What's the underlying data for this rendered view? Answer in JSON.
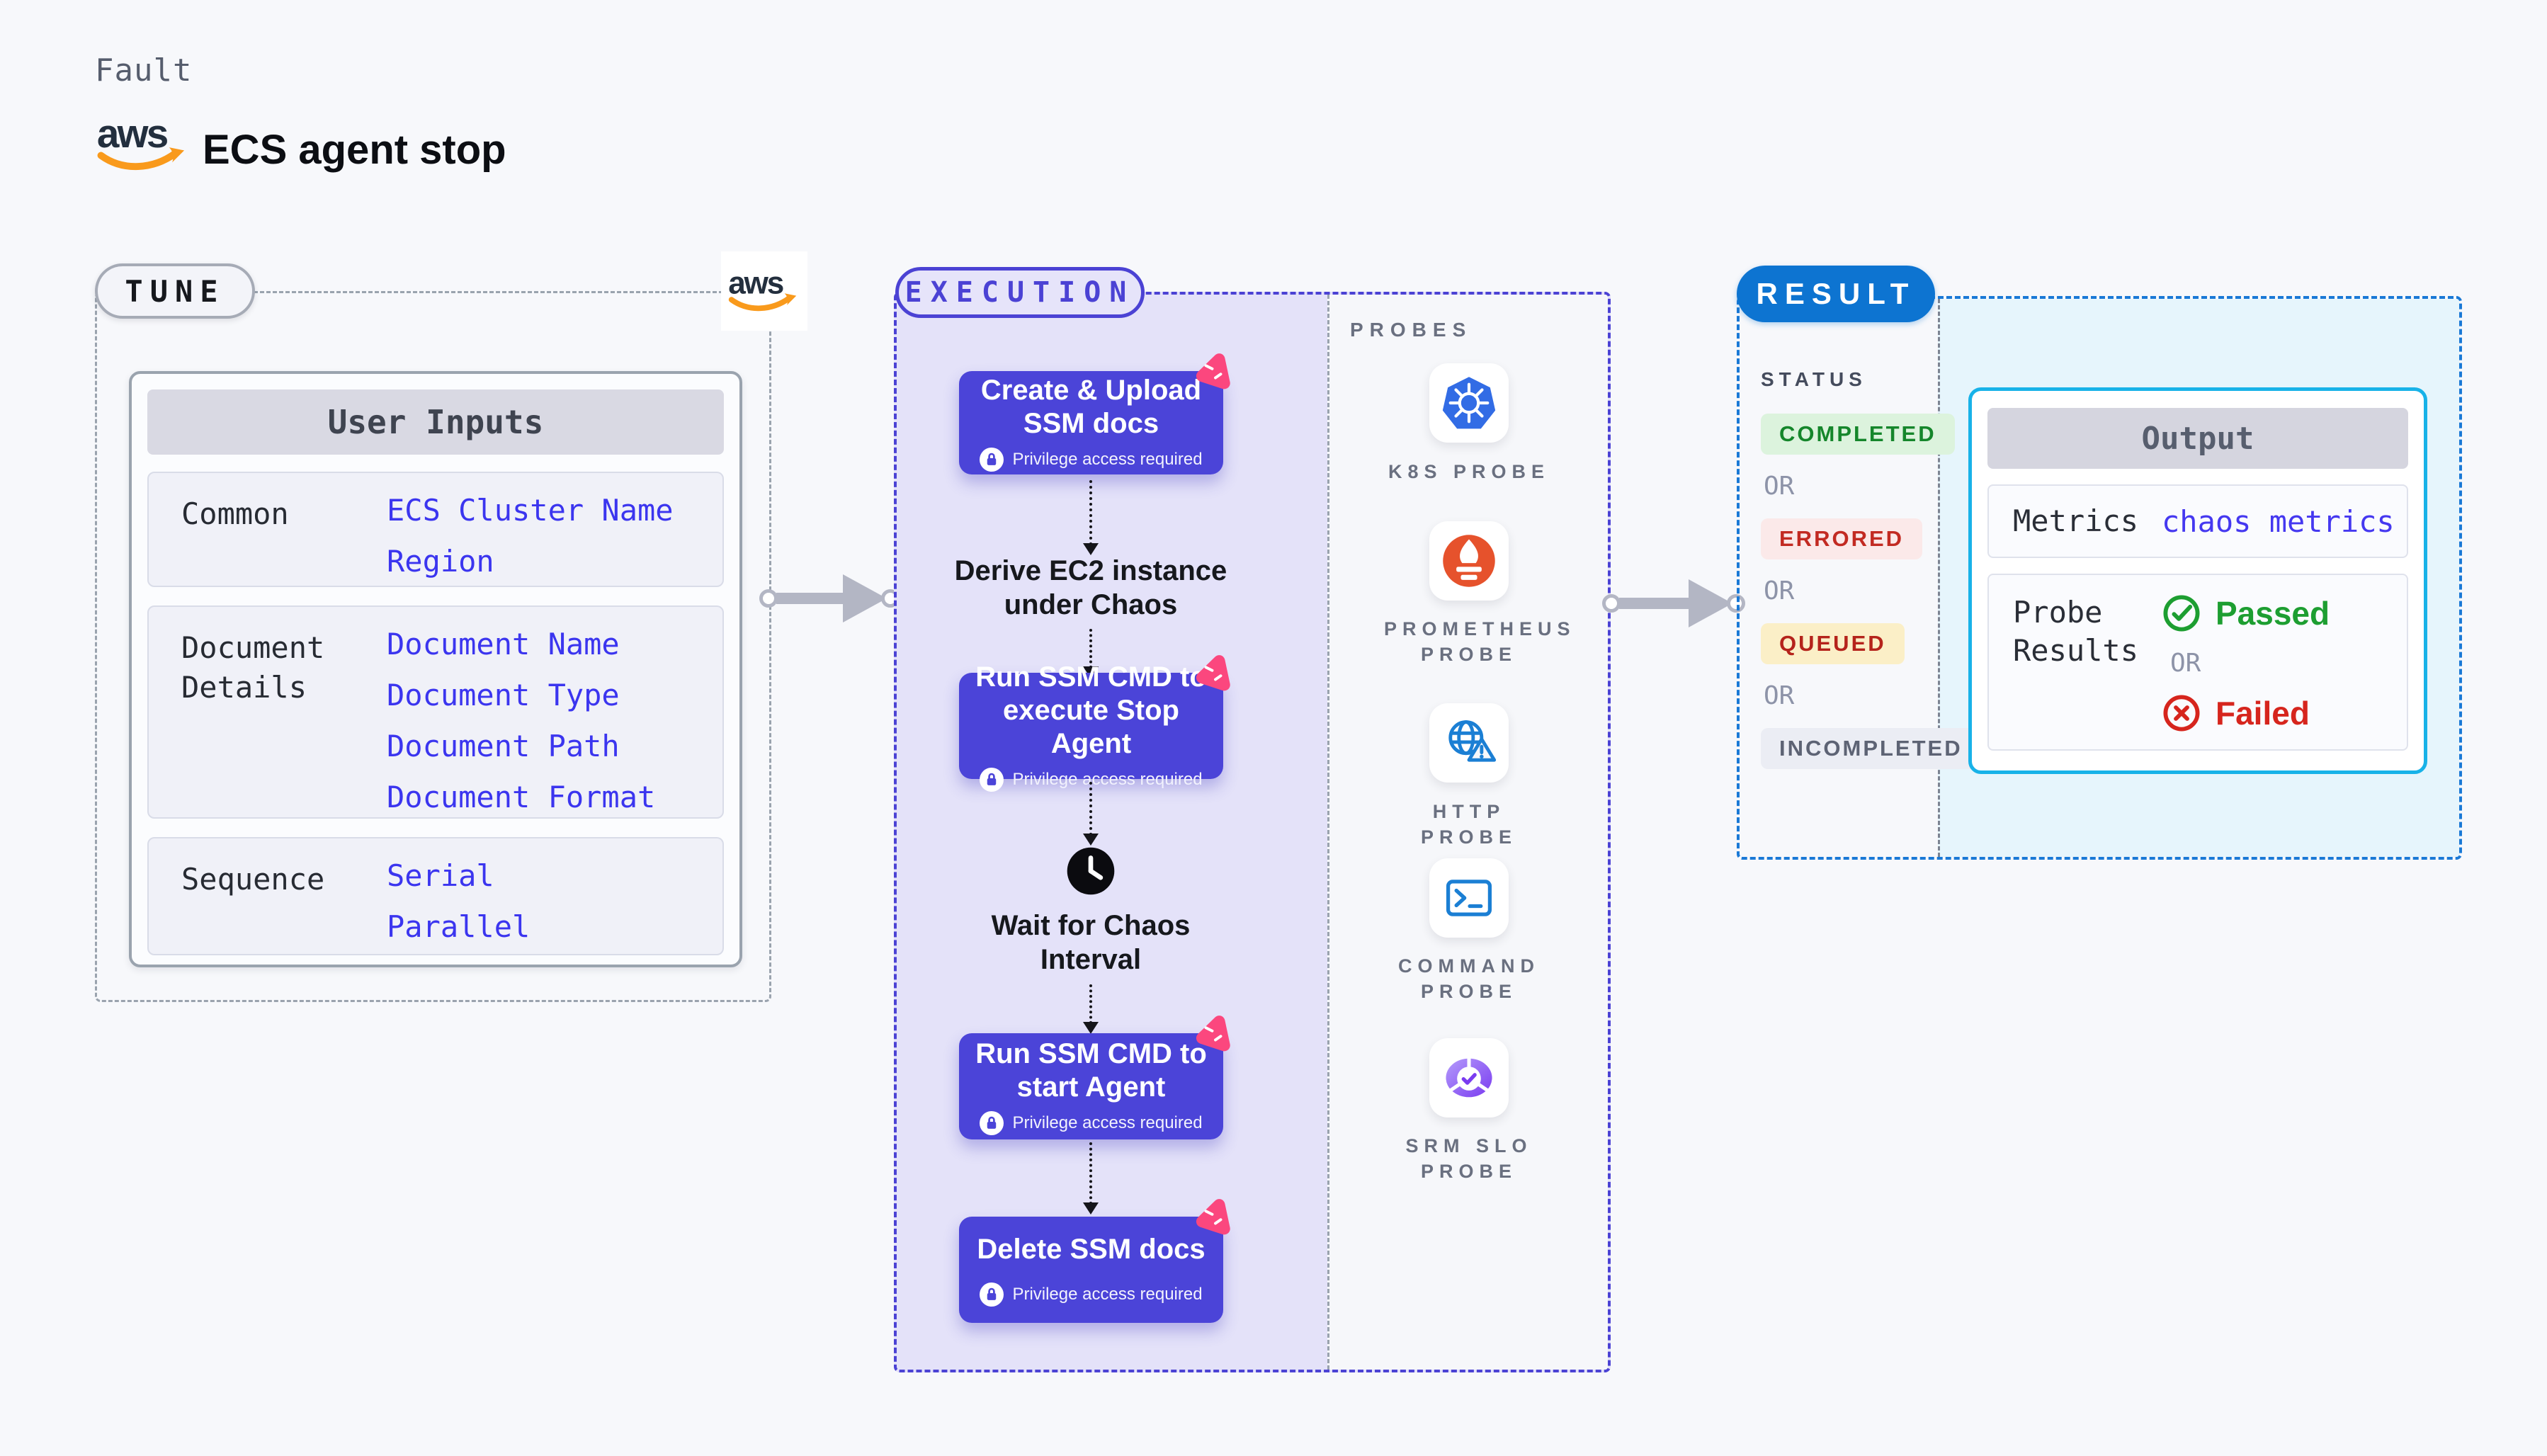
{
  "header": {
    "fault_label": "Fault",
    "title": "ECS agent stop",
    "aws_wordmark": "aws"
  },
  "tune": {
    "label": "TUNE",
    "table": {
      "header": "User Inputs",
      "rows": [
        {
          "label": "Common",
          "values": [
            "ECS Cluster Name",
            "Region"
          ]
        },
        {
          "label": "Document Details",
          "values": [
            "Document Name",
            "Document Type",
            "Document Path",
            "Document Format"
          ]
        },
        {
          "label": "Sequence",
          "values": [
            "Serial",
            "Parallel"
          ]
        }
      ]
    }
  },
  "execution": {
    "label": "EXECUTION",
    "steps": [
      {
        "title": "Create & Upload SSM docs",
        "badge": "Privilege access required"
      },
      {
        "title": "Run SSM CMD to execute Stop Agent",
        "badge": "Privilege access required"
      },
      {
        "title": "Run SSM CMD to start Agent",
        "badge": "Privilege access required"
      },
      {
        "title": "Delete SSM docs",
        "badge": "Privilege access required"
      }
    ],
    "derive_label": "Derive EC2 instance under Chaos",
    "wait_label": "Wait for Chaos Interval"
  },
  "probes": {
    "label": "PROBES",
    "items": [
      {
        "name": "K8S PROBE",
        "icon": "kubernetes-icon"
      },
      {
        "name": "PROMETHEUS PROBE",
        "icon": "prometheus-icon"
      },
      {
        "name": "HTTP PROBE",
        "icon": "globe-warning-icon"
      },
      {
        "name": "COMMAND PROBE",
        "icon": "terminal-icon"
      },
      {
        "name": "SRM SLO PROBE",
        "icon": "slo-donut-check-icon"
      }
    ]
  },
  "result": {
    "label": "RESULT",
    "status_label": "STATUS",
    "or_label": "OR",
    "statuses": [
      {
        "text": "COMPLETED",
        "type": "completed"
      },
      {
        "text": "ERRORED",
        "type": "errored"
      },
      {
        "text": "QUEUED",
        "type": "queued"
      },
      {
        "text": "INCOMPLETED",
        "type": "incompleted"
      }
    ],
    "output": {
      "header": "Output",
      "metrics_label": "Metrics",
      "metrics_value": "chaos metrics",
      "probe_results_label": "Probe Results",
      "passed_label": "Passed",
      "failed_label": "Failed",
      "or_label": "OR"
    }
  },
  "colors": {
    "page_bg": "#f7f8fb",
    "lavender_bg": "#e4e2f9",
    "indigo_accent": "#4b42d4",
    "step_box": "#4b44d8",
    "value_blue": "#3b35ef",
    "litmus_pink": "#fb477e",
    "kubernetes_blue": "#326ce5",
    "prometheus_orange": "#e6522c",
    "probe_icon_blue": "#1b7fd4",
    "srm_purple": "#7a3bf0",
    "result_blue": "#0d74d1",
    "output_border_cyan": "#18b2e8",
    "result_right_bg": "#e6f5fc",
    "completed_green": "#15862b",
    "errored_red": "#c22a22",
    "queued_amber_bg": "#fbefc7",
    "passed_green": "#1d9e31",
    "failed_red": "#d6251d",
    "aws_orange": "#f99a1c",
    "arrow_grey": "#b3b6c4"
  }
}
